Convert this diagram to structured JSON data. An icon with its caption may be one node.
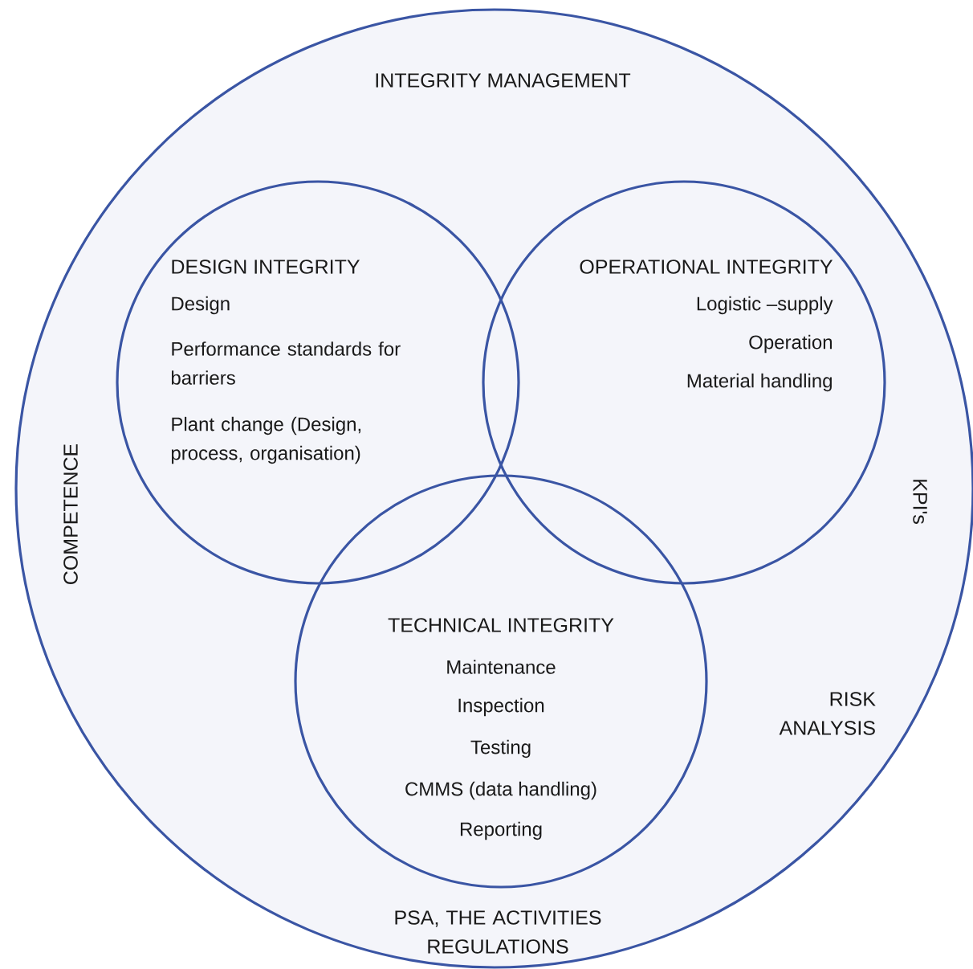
{
  "diagram": {
    "nodes": [
      {
        "text": [
          "INTEGRITY MANAGEMENT",
          "COMPETENCE",
          "KPI's",
          "RISK ANALYSIS",
          "PSA, THE ACTIVITIES REGULATIONS"
        ]
      },
      {
        "text": [
          "DESIGN INTEGRITY",
          "Design",
          "Performance standards for barriers",
          "Plant change (Design, process, organisation)"
        ],
        "in": 0
      },
      {
        "text": [
          "OPERATIONAL INTEGRITY",
          "Logistic –supply",
          "Operation",
          "Material handling"
        ],
        "in": 0
      },
      {
        "text": [
          "TECHNICAL INTEGRITY",
          "Maintenance",
          "Inspection",
          "Testing",
          "CMMS (data handling)",
          "Reporting"
        ],
        "in": 0
      }
    ]
  }
}
